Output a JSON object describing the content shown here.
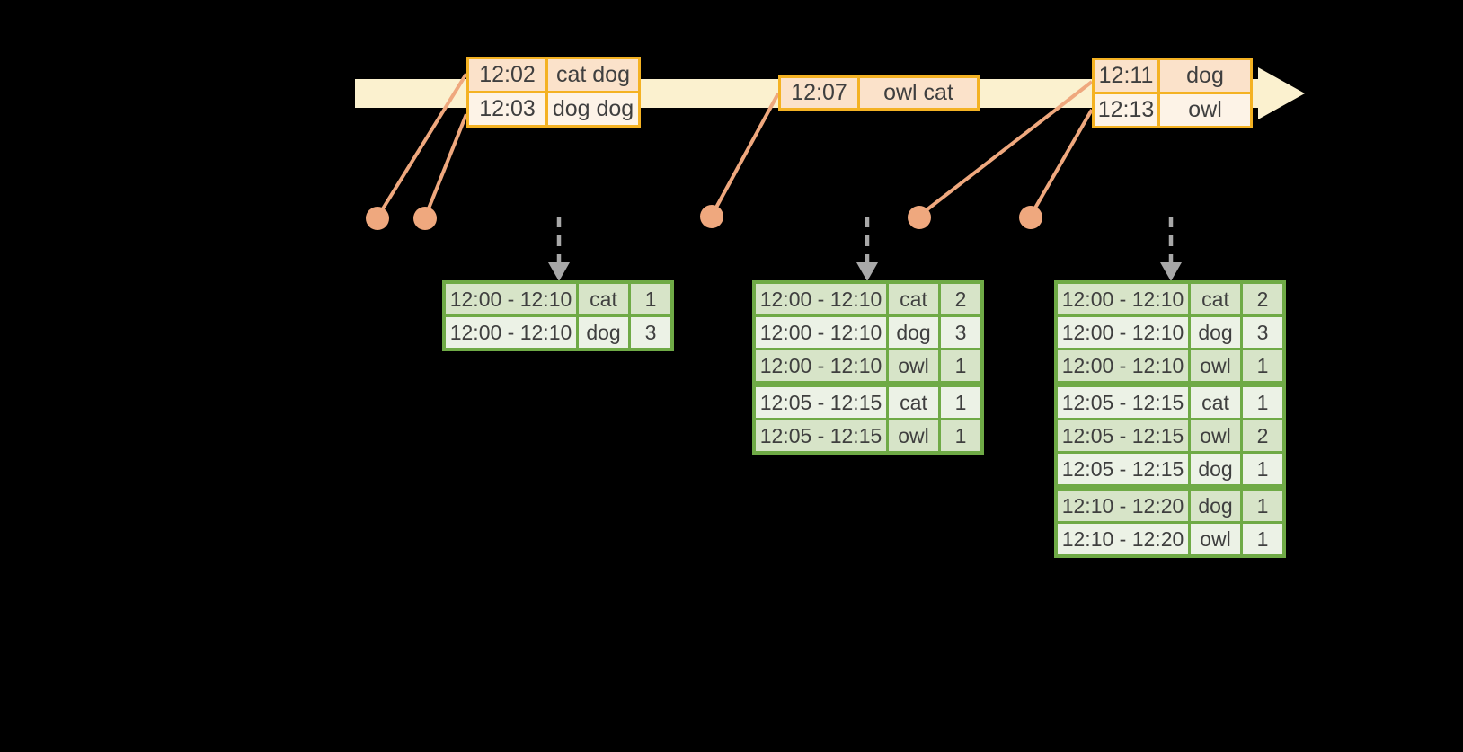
{
  "colors": {
    "bg": "#000000",
    "band": "#FBF1CF",
    "orange-border": "#F4B223",
    "peach-dark": "#FBE2CA",
    "peach-light": "#FDF3E7",
    "salmon": "#EFA87E",
    "green-border": "#6FAA46",
    "green-dark": "#D7E4C8",
    "green-light": "#ECF2E6",
    "text": "#3F3F3F",
    "gray": "#A8A8A8"
  },
  "timeline": {
    "input_tables": [
      {
        "rows": [
          {
            "time": "12:02",
            "words": "cat dog"
          },
          {
            "time": "12:03",
            "words": "dog dog"
          }
        ]
      },
      {
        "rows": [
          {
            "time": "12:07",
            "words": "owl cat"
          }
        ]
      },
      {
        "rows": [
          {
            "time": "12:11",
            "words": "dog"
          },
          {
            "time": "12:13",
            "words": "owl"
          }
        ]
      }
    ]
  },
  "result_tables": [
    {
      "rows": [
        {
          "window": "12:00 - 12:10",
          "word": "cat",
          "count": "1"
        },
        {
          "window": "12:00 - 12:10",
          "word": "dog",
          "count": "3"
        }
      ]
    },
    {
      "rows": [
        {
          "window": "12:00 - 12:10",
          "word": "cat",
          "count": "2"
        },
        {
          "window": "12:00 - 12:10",
          "word": "dog",
          "count": "3"
        },
        {
          "window": "12:00 - 12:10",
          "word": "owl",
          "count": "1"
        },
        {
          "window": "12:05 - 12:15",
          "word": "cat",
          "count": "1"
        },
        {
          "window": "12:05 - 12:15",
          "word": "owl",
          "count": "1"
        }
      ]
    },
    {
      "rows": [
        {
          "window": "12:00 - 12:10",
          "word": "cat",
          "count": "2"
        },
        {
          "window": "12:00 - 12:10",
          "word": "dog",
          "count": "3"
        },
        {
          "window": "12:00 - 12:10",
          "word": "owl",
          "count": "1"
        },
        {
          "window": "12:05 - 12:15",
          "word": "cat",
          "count": "1"
        },
        {
          "window": "12:05 - 12:15",
          "word": "owl",
          "count": "2"
        },
        {
          "window": "12:05 - 12:15",
          "word": "dog",
          "count": "1"
        },
        {
          "window": "12:10 - 12:20",
          "word": "dog",
          "count": "1"
        },
        {
          "window": "12:10 - 12:20",
          "word": "owl",
          "count": "1"
        }
      ]
    }
  ]
}
